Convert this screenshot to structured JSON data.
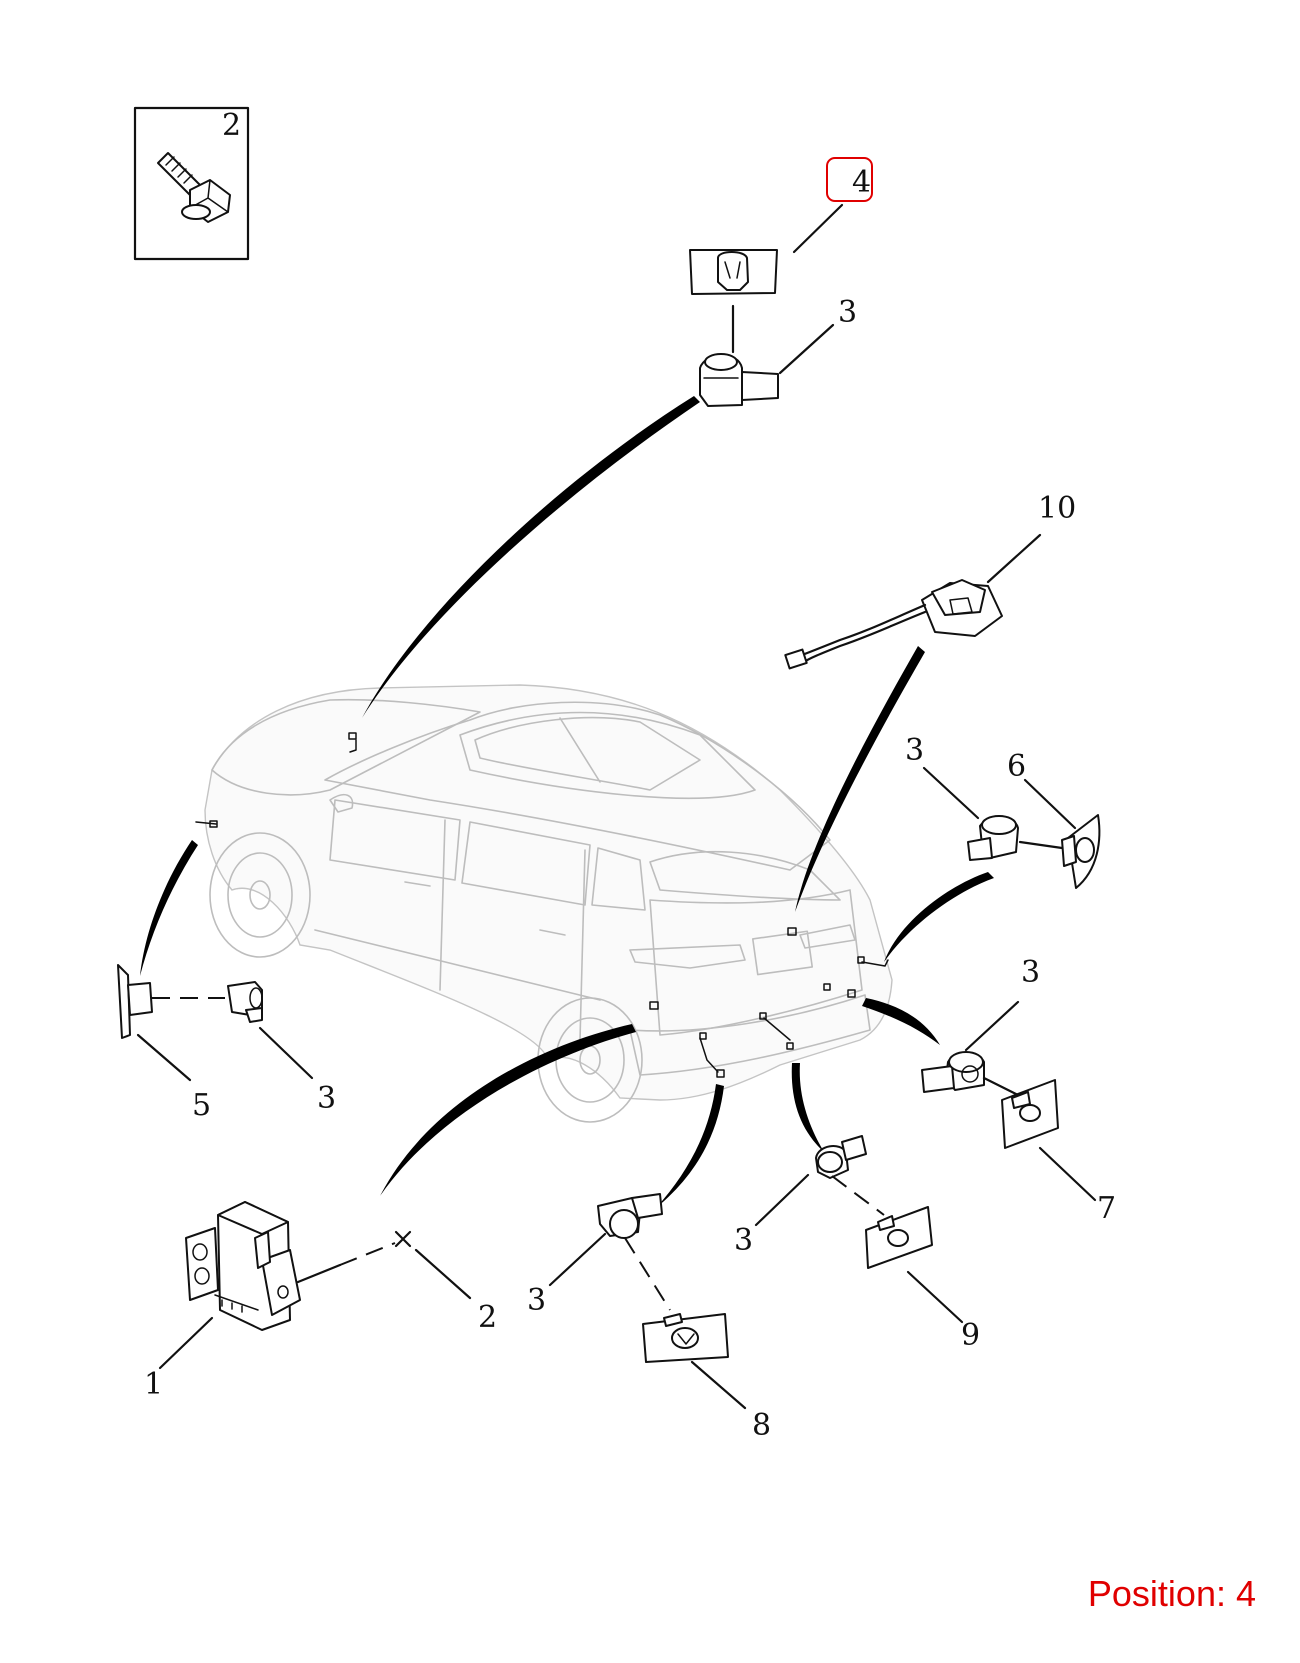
{
  "callouts": {
    "bolt_box": "2",
    "top_bracket": "4",
    "top_sensor": "3",
    "camera": "10",
    "right_sensor_upper": "3",
    "bracket_6": "6",
    "left_bracket": "5",
    "left_sensor": "3",
    "right_sensor_lower": "3",
    "bracket_7": "7",
    "center_sensor": "3",
    "bracket_9": "9",
    "lower_sensor": "3",
    "bracket_8": "8",
    "module": "1",
    "module_bolt": "2"
  },
  "position_label": "Position: 4",
  "colors": {
    "highlight": "#e00000",
    "ink": "#111111",
    "car_outline": "#bdbdbd"
  }
}
